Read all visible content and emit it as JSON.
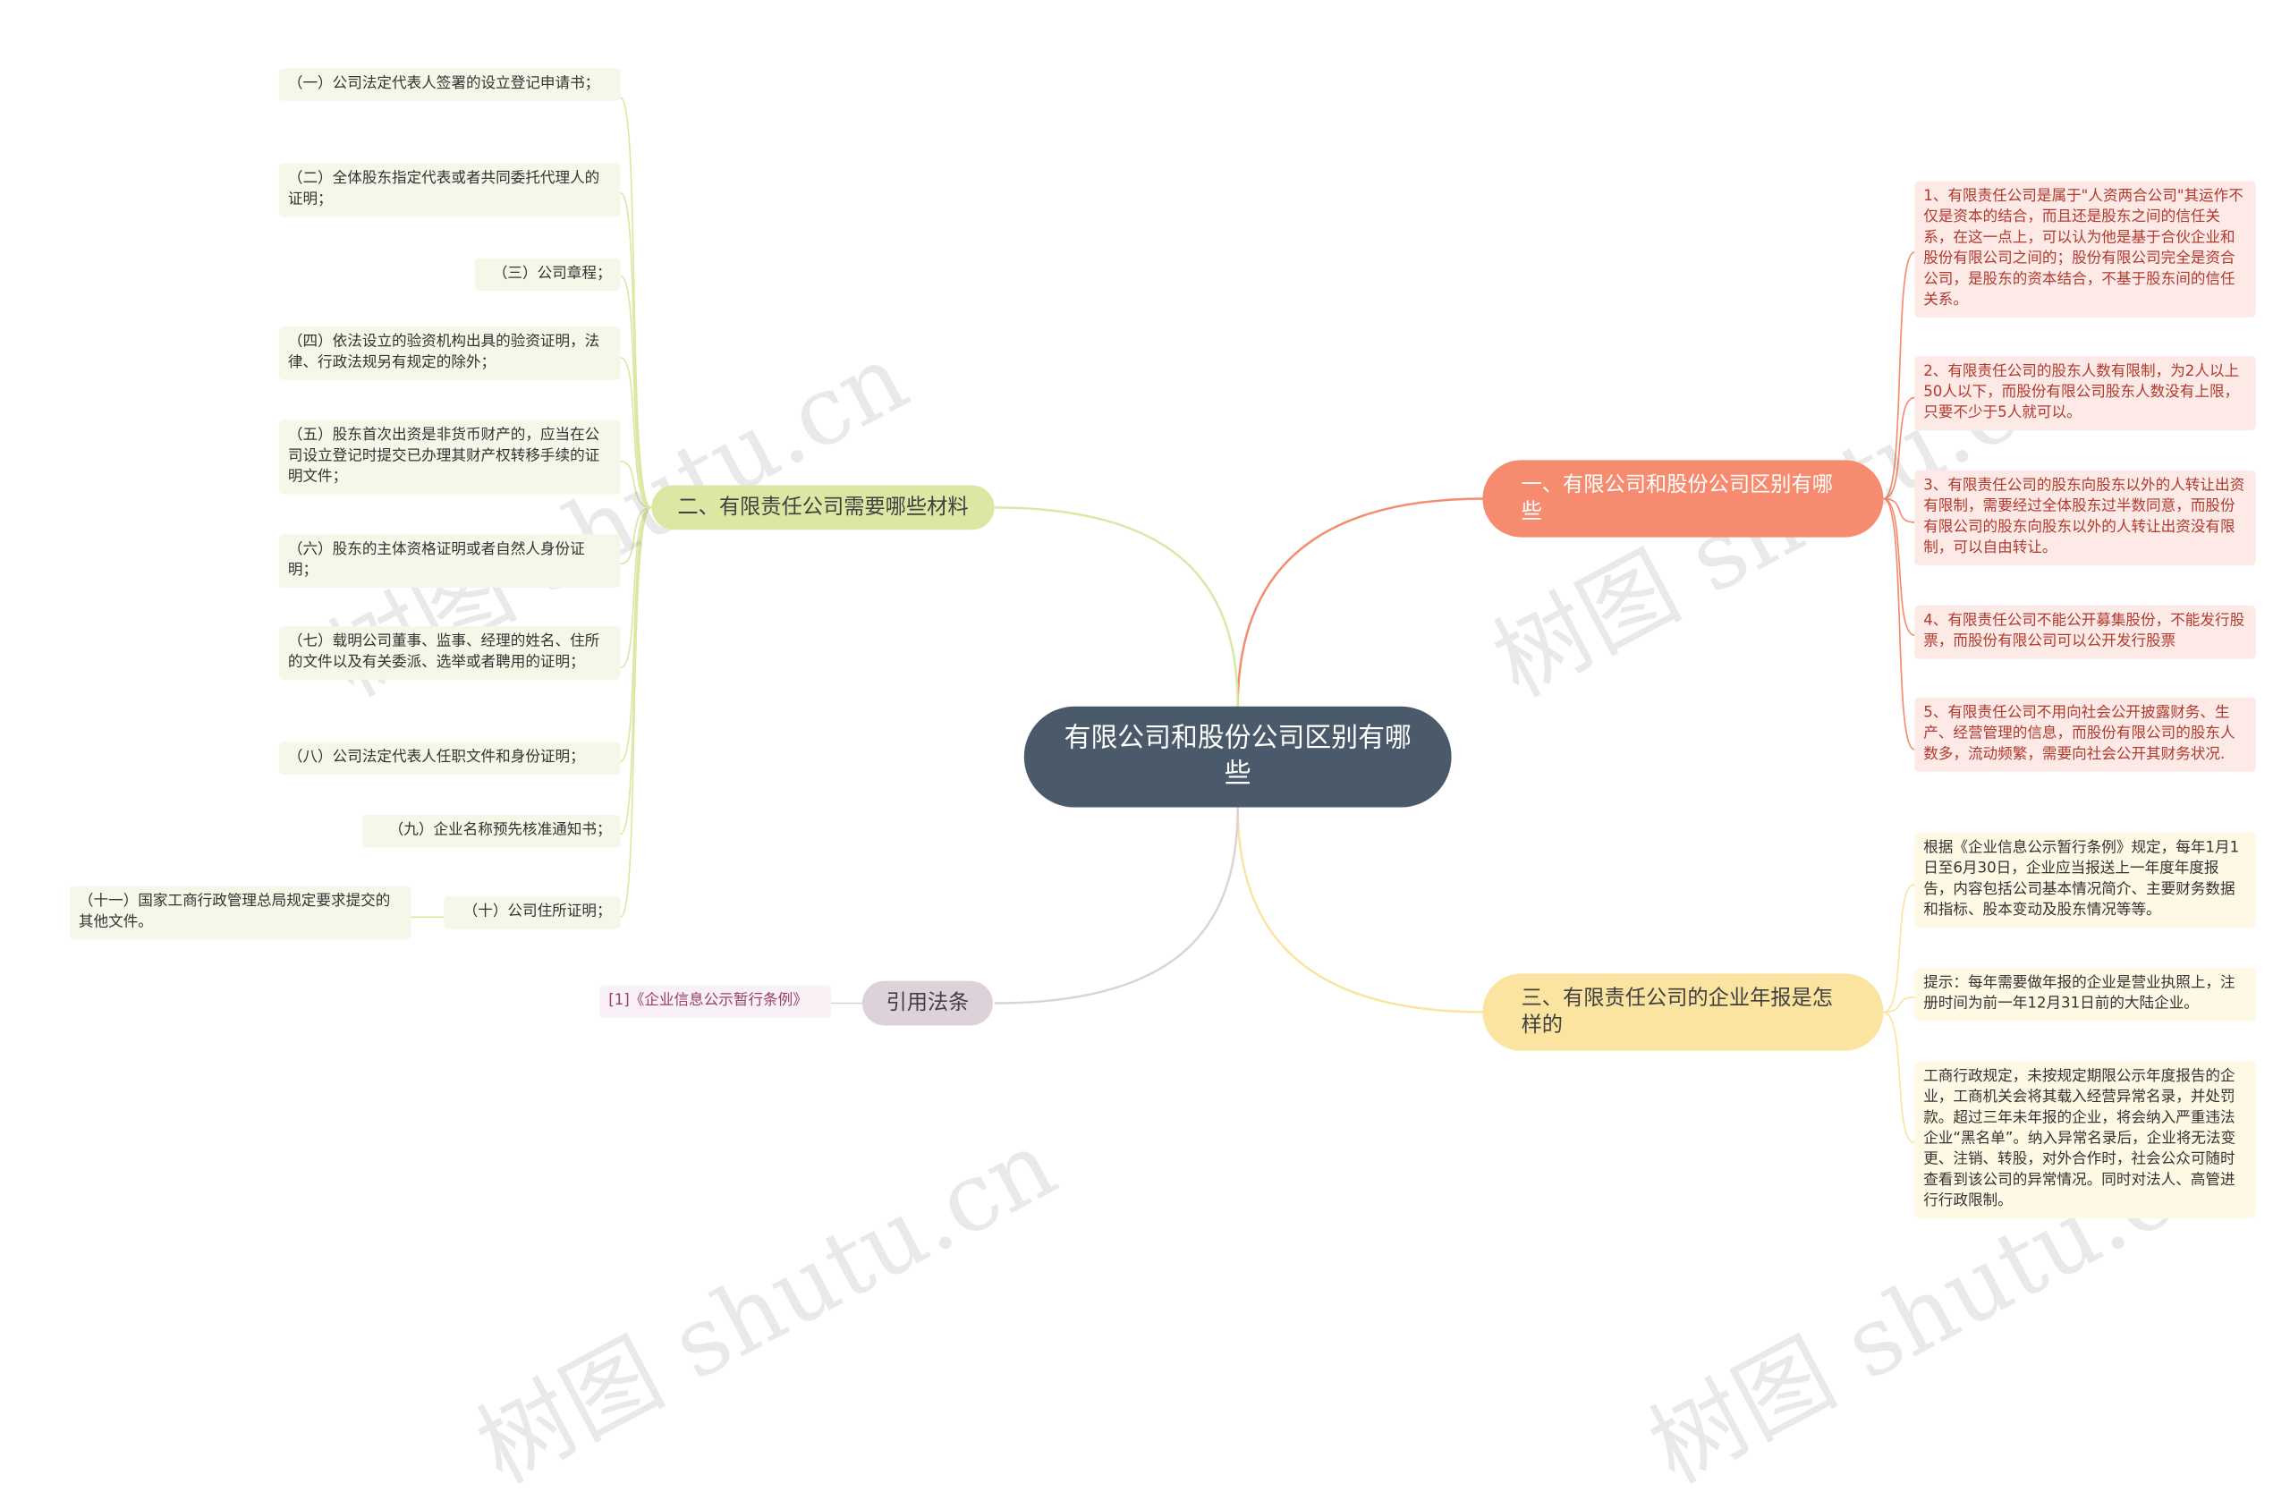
{
  "center": {
    "title": "有限公司和股份公司区别有哪些"
  },
  "branches": {
    "b1": {
      "label": "一、有限公司和股份公司区别有哪些"
    },
    "b2": {
      "label": "二、有限责任公司需要哪些材料"
    },
    "b3": {
      "label": "三、有限责任公司的企业年报是怎样的"
    },
    "b4": {
      "label": "引用法条"
    }
  },
  "b1_leaves": [
    "1、有限责任公司是属于\"人资两合公司\"其运作不仅是资本的结合，而且还是股东之间的信任关系，在这一点上，可以认为他是基于合伙企业和股份有限公司之间的；股份有限公司完全是资合公司，是股东的资本结合，不基于股东间的信任关系。",
    "2、有限责任公司的股东人数有限制，为2人以上50人以下，而股份有限公司股东人数没有上限，只要不少于5人就可以。",
    "3、有限责任公司的股东向股东以外的人转让出资有限制，需要经过全体股东过半数同意，而股份有限公司的股东向股东以外的人转让出资没有限制，可以自由转让。",
    "4、有限责任公司不能公开募集股份，不能发行股票，而股份有限公司可以公开发行股票",
    "5、有限责任公司不用向社会公开披露财务、生产、经营管理的信息，而股份有限公司的股东人数多，流动频繁，需要向社会公开其财务状况."
  ],
  "b2_leaves": [
    "（一）公司法定代表人签署的设立登记申请书；",
    "（二）全体股东指定代表或者共同委托代理人的证明；",
    "（三）公司章程；",
    "（四）依法设立的验资机构出具的验资证明，法律、行政法规另有规定的除外；",
    "（五）股东首次出资是非货币财产的，应当在公司设立登记时提交已办理其财产权转移手续的证明文件；",
    "（六）股东的主体资格证明或者自然人身份证明；",
    "（七）载明公司董事、监事、经理的姓名、住所的文件以及有关委派、选举或者聘用的证明；",
    "（八）公司法定代表人任职文件和身份证明；",
    "（九）企业名称预先核准通知书；",
    "（十）公司住所证明；"
  ],
  "b2_sub_leaf": "（十一）国家工商行政管理总局规定要求提交的其他文件。",
  "b3_leaves": [
    "根据《企业信息公示暂行条例》规定，每年1月1日至6月30日，企业应当报送上一年度年度报告，内容包括公司基本情况简介、主要财务数据和指标、股本变动及股东情况等等。",
    "提示：每年需要做年报的企业是营业执照上，注册时间为前一年12月31日前的大陆企业。",
    "工商行政规定，未按规定期限公示年度报告的企业，工商机关会将其载入经营异常名录，并处罚款。超过三年未年报的企业，将会纳入严重违法企业“黑名单”。纳入异常名录后，企业将无法变更、注销、转股，对外合作时，社会公众可随时查看到该公司的异常情况。同时对法人、高管进行行政限制。"
  ],
  "b4_leaves": [
    "[1]《企业信息公示暂行条例》"
  ],
  "watermark": "树图 shutu.cn",
  "colors": {
    "center": "#4a5a6a",
    "b1": "#f68b6f",
    "b2": "#dbe8a4",
    "b3": "#fbe4a0",
    "b4": "#ded2da"
  }
}
